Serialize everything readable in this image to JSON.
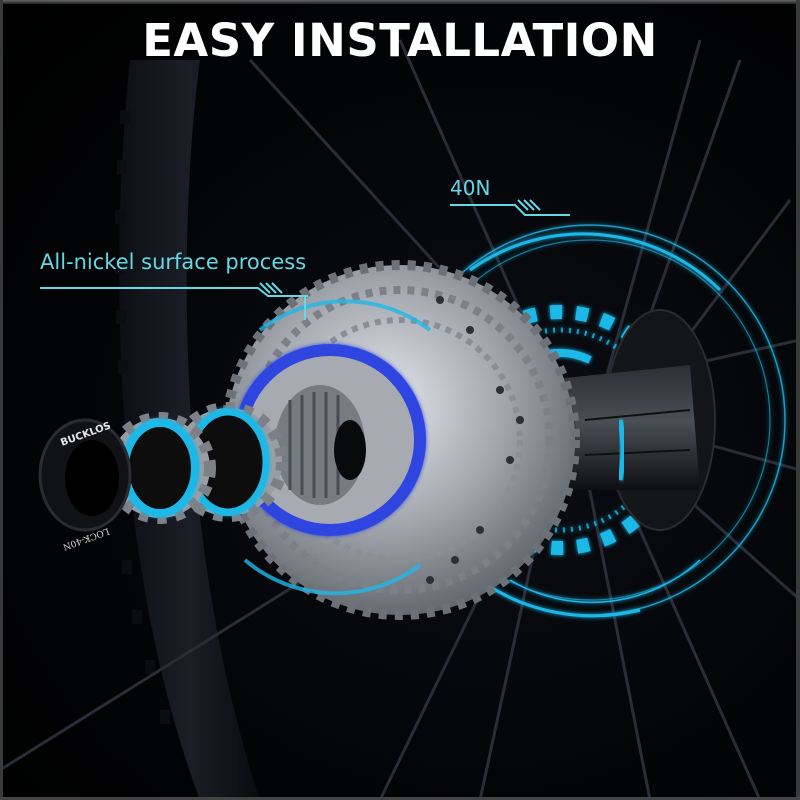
{
  "headline": "EASY INSTALLATION",
  "callouts": {
    "surface": "All-nickel surface process",
    "torque": "40N"
  },
  "lockring": {
    "brand": "BUCKLOS",
    "marking": "LOCK-40N"
  },
  "colors": {
    "background": "#000000",
    "headline": "#ffffff",
    "callout_text": "#64d8e6",
    "hud_cyan": "#1fb8e8",
    "hud_blue": "#2f45e0",
    "cog_silver": "#b8bcc2",
    "hub_black": "#1a1c20"
  }
}
